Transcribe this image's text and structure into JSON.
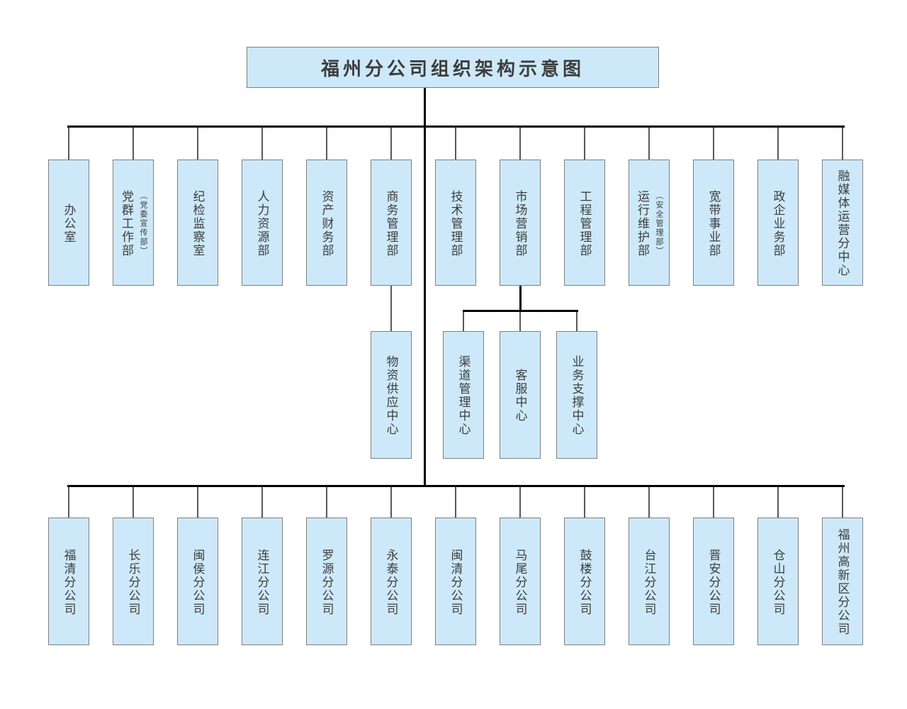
{
  "title": "福州分公司组织架构示意图",
  "departments": [
    {
      "label": "办公室"
    },
    {
      "label": "党群工作部",
      "annotation": "（党委宣传部）"
    },
    {
      "label": "纪检监察室"
    },
    {
      "label": "人力资源部"
    },
    {
      "label": "资产财务部"
    },
    {
      "label": "商务管理部",
      "children": [
        "物资供应中心"
      ]
    },
    {
      "label": "技术管理部"
    },
    {
      "label": "市场营销部",
      "children": [
        "渠道管理中心",
        "客服中心",
        "业务支撑中心"
      ]
    },
    {
      "label": "工程管理部"
    },
    {
      "label": "运行维护部",
      "annotation": "（安全管理部）"
    },
    {
      "label": "宽带事业部"
    },
    {
      "label": "政企业务部"
    },
    {
      "label": "融媒体运营分中心"
    }
  ],
  "branches": [
    "福清分公司",
    "长乐分公司",
    "闽侯分公司",
    "连江分公司",
    "罗源分公司",
    "永泰分公司",
    "闽清分公司",
    "马尾分公司",
    "鼓楼分公司",
    "台江分公司",
    "晋安分公司",
    "仓山分公司",
    "福州高新区分公司"
  ],
  "colors": {
    "box_fill": "#cde9f9",
    "box_border": "#7f7f7f",
    "connector_thick": "#000000",
    "connector_thin": "#595959",
    "text": "#3d3d3d"
  }
}
